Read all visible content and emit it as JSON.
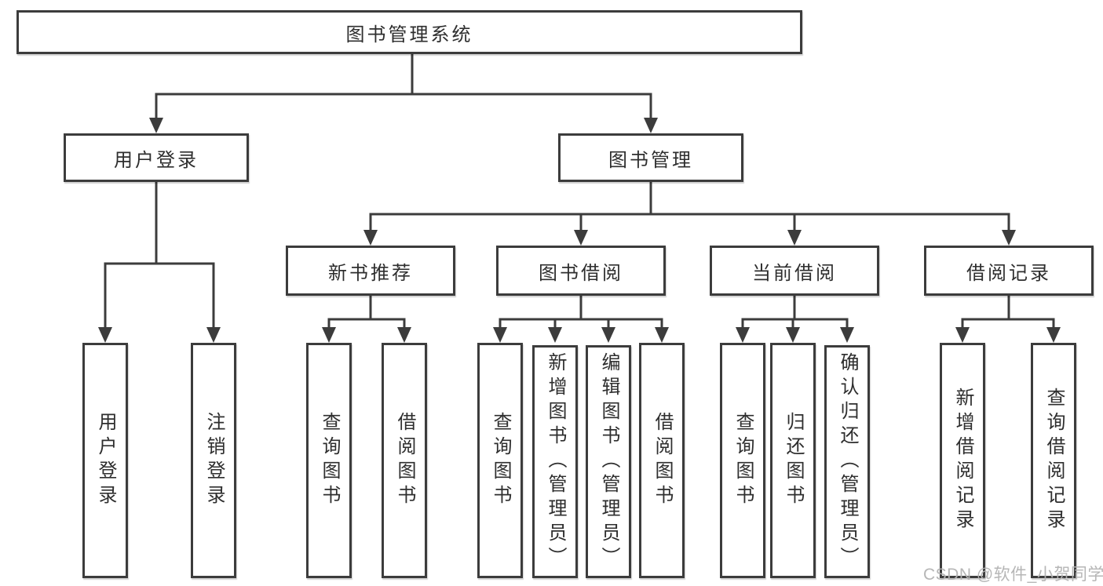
{
  "tree": {
    "label": "图书管理系统",
    "children": [
      {
        "label": "用户登录",
        "children": [
          {
            "label": "用户登录"
          },
          {
            "label": "注销登录"
          }
        ]
      },
      {
        "label": "图书管理",
        "children": [
          {
            "label": "新书推荐",
            "children": [
              {
                "label": "查询图书"
              },
              {
                "label": "借阅图书"
              }
            ]
          },
          {
            "label": "图书借阅",
            "children": [
              {
                "label": "查询图书"
              },
              {
                "label": "新增图书（管理员）"
              },
              {
                "label": "编辑图书（管理员）"
              },
              {
                "label": "借阅图书"
              }
            ]
          },
          {
            "label": "当前借阅",
            "children": [
              {
                "label": "查询图书"
              },
              {
                "label": "归还图书"
              },
              {
                "label": "确认归还（管理员）"
              }
            ]
          },
          {
            "label": "借阅记录",
            "children": [
              {
                "label": "新增借阅记录"
              },
              {
                "label": "查询借阅记录"
              }
            ]
          }
        ]
      }
    ]
  },
  "watermark": {
    "text": "CSDN @软件_小贺同学"
  },
  "colors": {
    "line": "#3c3c3c",
    "text": "#2e2e2e",
    "box_background": "#ffffff",
    "watermark": "#b2b2b2"
  }
}
